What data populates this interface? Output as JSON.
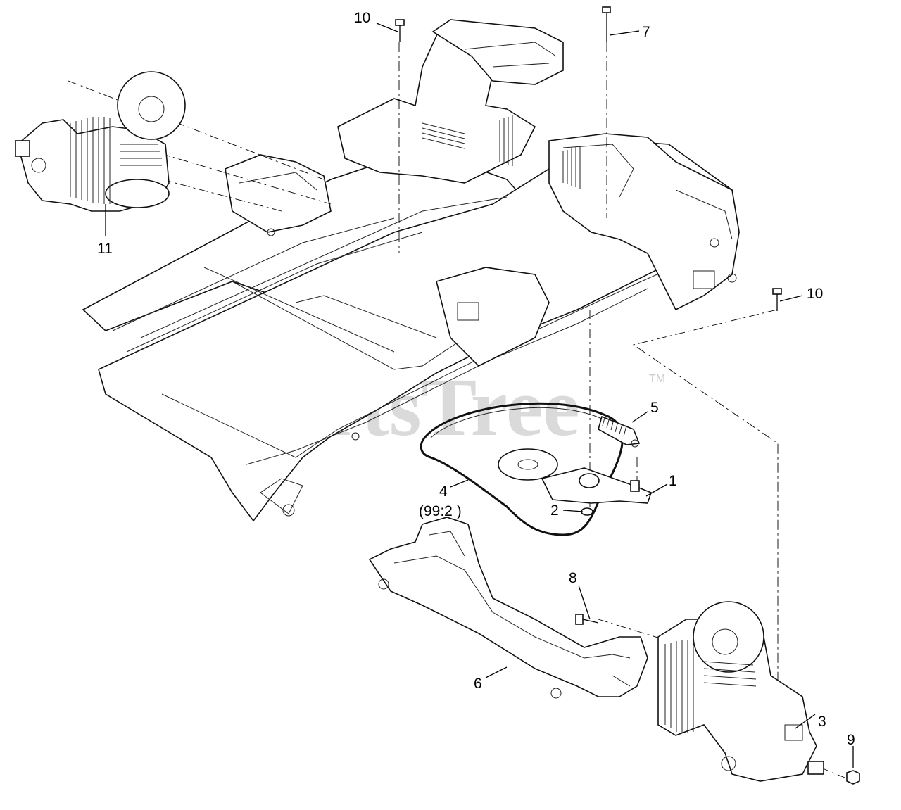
{
  "watermark": {
    "text": "PartsTree",
    "tm": "TM"
  },
  "callouts": [
    {
      "id": "1",
      "text": "1"
    },
    {
      "id": "2",
      "text": "2"
    },
    {
      "id": "3",
      "text": "3"
    },
    {
      "id": "4",
      "text": "4",
      "sub": "(99:2 )"
    },
    {
      "id": "5",
      "text": "5"
    },
    {
      "id": "6",
      "text": "6"
    },
    {
      "id": "7",
      "text": "7"
    },
    {
      "id": "8",
      "text": "8"
    },
    {
      "id": "9",
      "text": "9"
    },
    {
      "id": "10a",
      "text": "10"
    },
    {
      "id": "10b",
      "text": "10"
    },
    {
      "id": "11",
      "text": "11"
    }
  ]
}
